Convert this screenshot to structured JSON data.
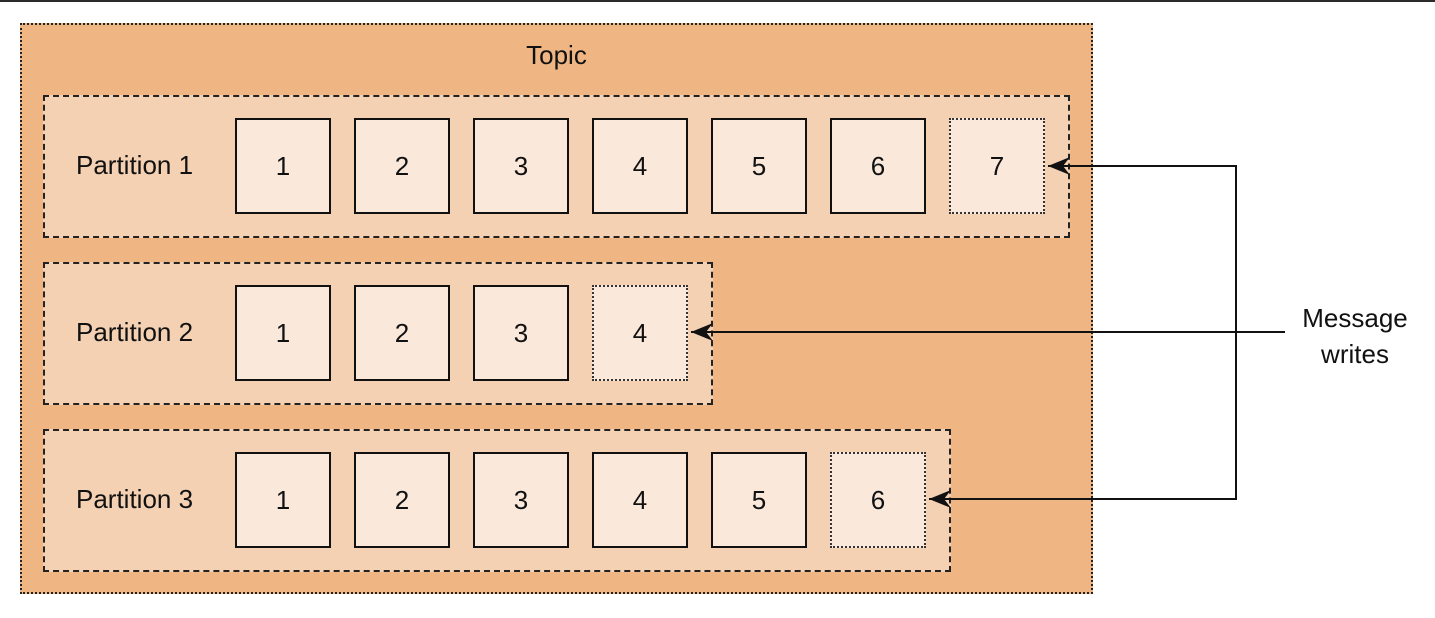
{
  "topic": {
    "title": "Topic"
  },
  "partitions": [
    {
      "label": "Partition 1",
      "messages": [
        "1",
        "2",
        "3",
        "4",
        "5",
        "6"
      ],
      "next": "7"
    },
    {
      "label": "Partition 2",
      "messages": [
        "1",
        "2",
        "3"
      ],
      "next": "4"
    },
    {
      "label": "Partition 3",
      "messages": [
        "1",
        "2",
        "3",
        "4",
        "5"
      ],
      "next": "6"
    }
  ],
  "writes": {
    "label_line1": "Message",
    "label_line2": "writes"
  },
  "colors": {
    "topic_fill": "#efb583",
    "partition_fill": "#f5d1b3",
    "message_fill": "#fae8db"
  }
}
